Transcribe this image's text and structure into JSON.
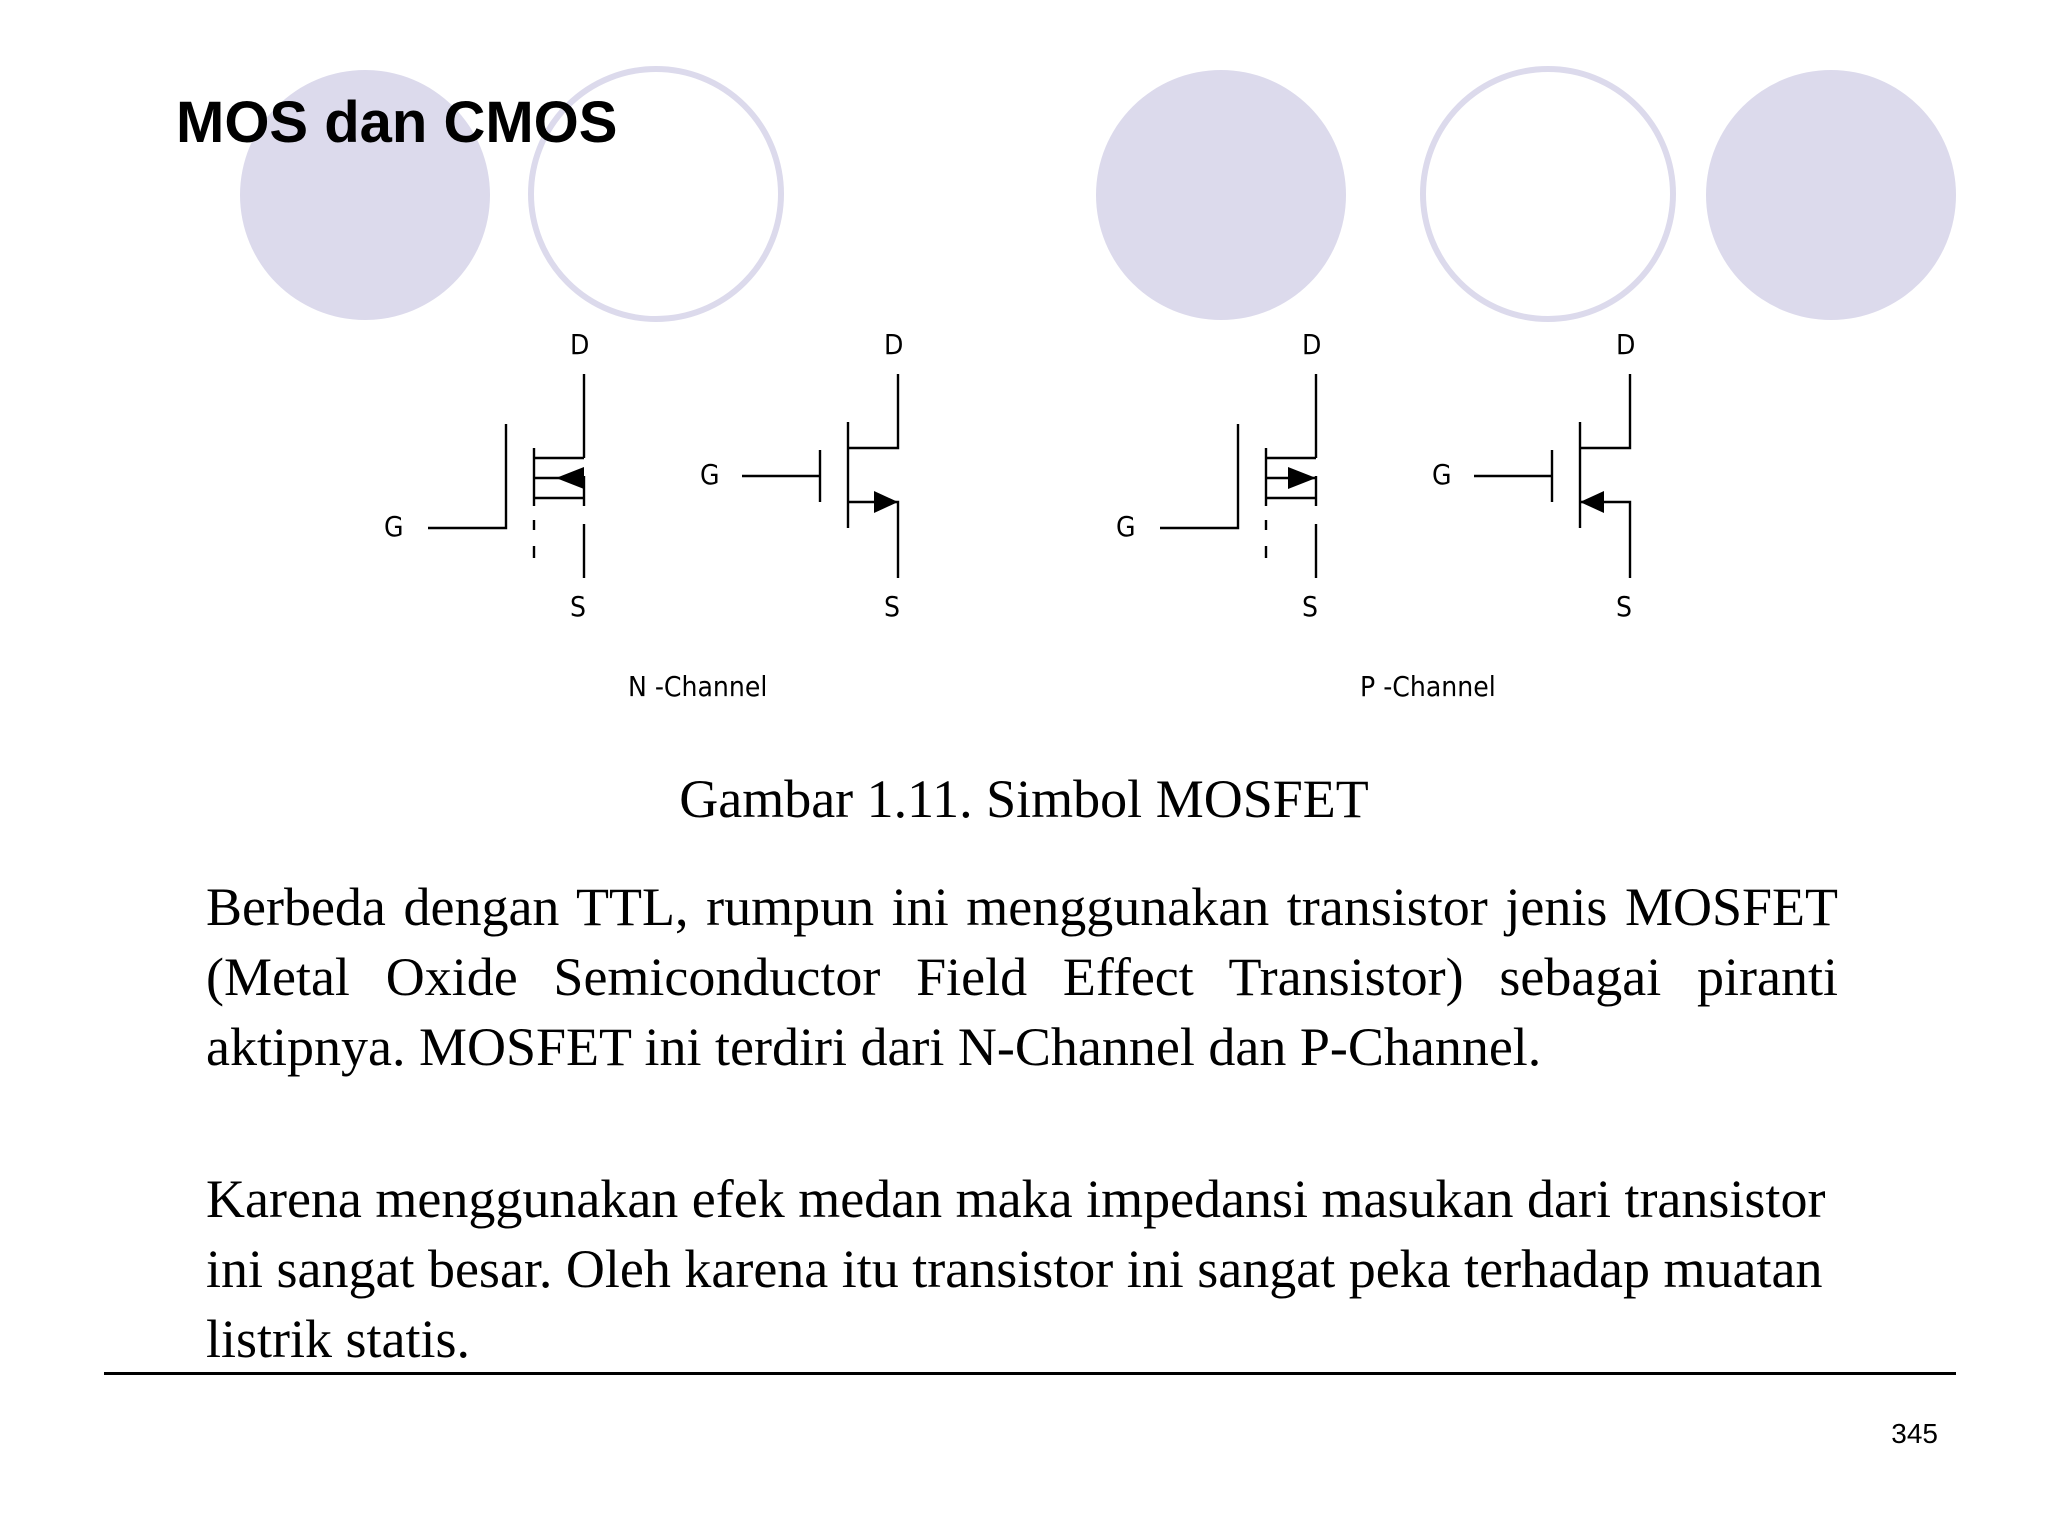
{
  "slide": {
    "title": "MOS dan CMOS",
    "page_number": "345"
  },
  "figure": {
    "symbols": {
      "n_enh": {
        "drain": "D",
        "gate": "G",
        "source": "S"
      },
      "n_dep": {
        "drain": "D",
        "gate": "G",
        "source": "S"
      },
      "p_enh": {
        "drain": "D",
        "gate": "G",
        "source": "S"
      },
      "p_dep": {
        "drain": "D",
        "gate": "G",
        "source": "S"
      }
    },
    "n_channel_label": "N -Channel",
    "p_channel_label": "P -Channel",
    "caption": "Gambar 1.11. Simbol MOSFET"
  },
  "paragraphs": [
    "Berbeda dengan TTL, rumpun ini menggunakan transistor jenis MOSFET (Metal Oxide Semiconductor Field Effect Transistor) sebagai piranti aktipnya.  MOSFET ini terdiri dari N-Channel dan P-Channel.",
    "Karena menggunakan efek medan maka impedansi masukan dari transistor ini sangat besar.  Oleh karena itu transistor ini sangat peka terhadap muatan listrik statis."
  ],
  "colors": {
    "decoration": "#dcdaec",
    "text": "#000000"
  }
}
